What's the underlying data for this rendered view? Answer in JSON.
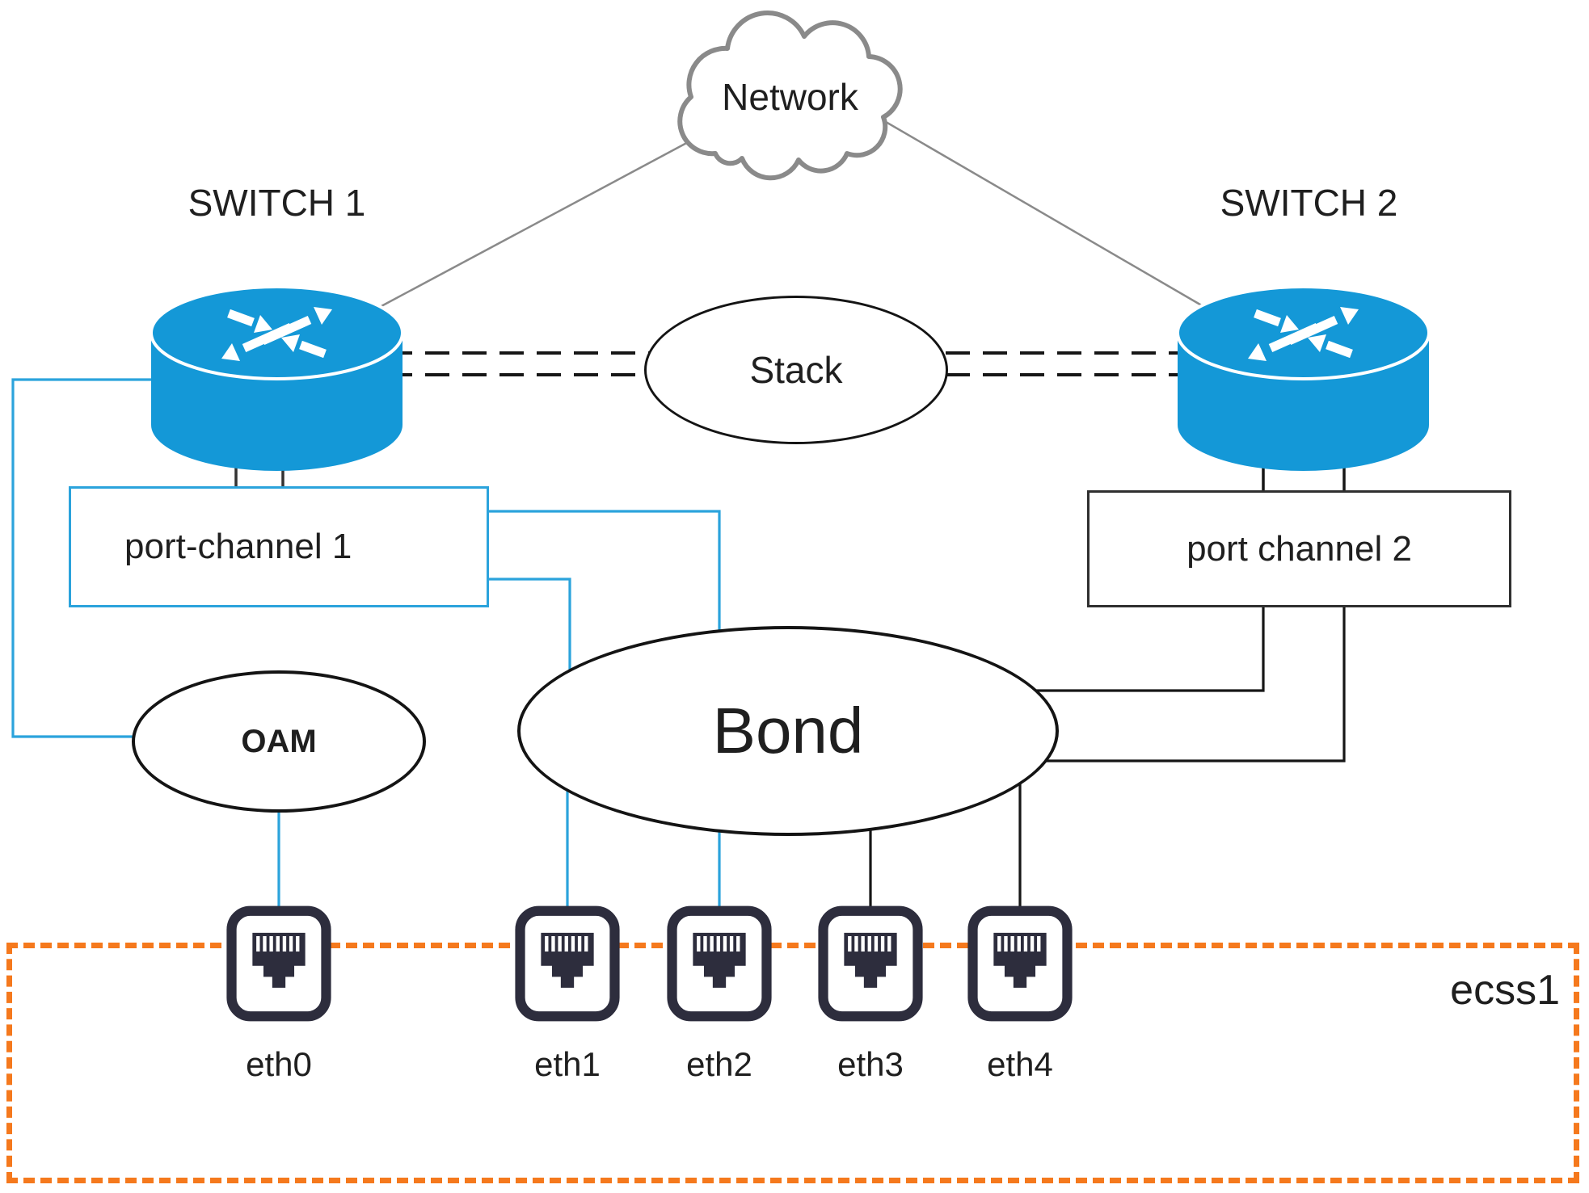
{
  "diagram": {
    "type": "network-topology",
    "nodes": {
      "network_cloud": {
        "label": "Network"
      },
      "switch1": {
        "label": "SWITCH 1"
      },
      "switch2": {
        "label": "SWITCH 2"
      },
      "stack": {
        "label": "Stack"
      },
      "port_channel_1": {
        "label": "port-channel 1"
      },
      "port_channel_2": {
        "label": "port channel 2"
      },
      "oam": {
        "label": "OAM"
      },
      "bond": {
        "label": "Bond"
      },
      "host": {
        "label": "ecss1"
      }
    },
    "eth_ports": [
      {
        "label": "eth0",
        "attached_to": "OAM"
      },
      {
        "label": "eth1",
        "attached_to": "Bond"
      },
      {
        "label": "eth2",
        "attached_to": "Bond"
      },
      {
        "label": "eth3",
        "attached_to": "Bond"
      },
      {
        "label": "eth4",
        "attached_to": "Bond"
      }
    ],
    "connections": [
      {
        "from": "Network",
        "to": "SWITCH 1"
      },
      {
        "from": "Network",
        "to": "SWITCH 2"
      },
      {
        "from": "SWITCH 1",
        "to": "SWITCH 2",
        "via": "Stack"
      },
      {
        "from": "SWITCH 1",
        "to": "port-channel 1"
      },
      {
        "from": "SWITCH 2",
        "to": "port channel 2"
      },
      {
        "from": "SWITCH 1",
        "to": "OAM"
      },
      {
        "from": "port-channel 1",
        "to": "Bond"
      },
      {
        "from": "port channel 2",
        "to": "Bond"
      },
      {
        "from": "OAM",
        "to": "eth0"
      },
      {
        "from": "Bond",
        "to": "eth1"
      },
      {
        "from": "Bond",
        "to": "eth2"
      },
      {
        "from": "Bond",
        "to": "eth3"
      },
      {
        "from": "Bond",
        "to": "eth4"
      }
    ],
    "colors": {
      "switch_fill": "#1498D7",
      "blue_link": "#2BA3DC",
      "black_link": "#161616",
      "gray_link": "#8a8a8a",
      "ecss_border": "#F5791D",
      "port_icon": "#2d2d3d"
    }
  }
}
